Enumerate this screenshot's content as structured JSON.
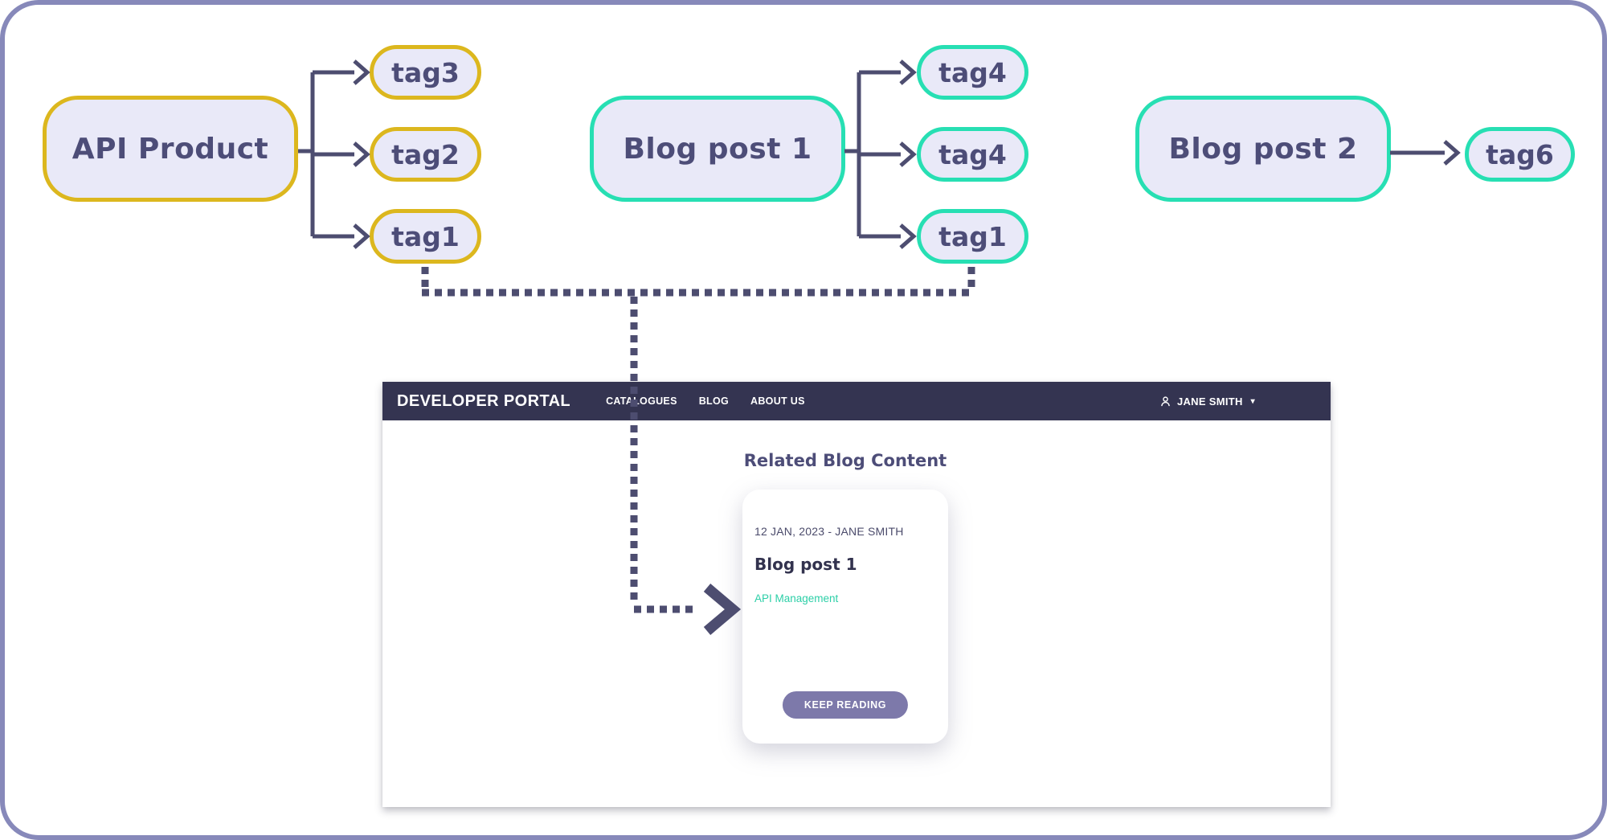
{
  "colors": {
    "frame": "#8789ba",
    "gold": "#dcb71e",
    "teal": "#27dfb3",
    "lavender": "#e9e9f8",
    "ink": "#4d4d78",
    "line": "#4d4d70",
    "navbar": "#343451",
    "button": "#7d79aa",
    "taglink": "#2ccfa7"
  },
  "diagram": {
    "api_product": {
      "label": "API Product",
      "tags": [
        "tag3",
        "tag2",
        "tag1"
      ]
    },
    "blog_post_1": {
      "label": "Blog post 1",
      "tags": [
        "tag4",
        "tag4",
        "tag1"
      ]
    },
    "blog_post_2": {
      "label": "Blog post 2",
      "tags": [
        "tag6"
      ]
    }
  },
  "portal": {
    "brand": "DEVELOPER PORTAL",
    "nav_links": [
      "CATALOGUES",
      "BLOG",
      "ABOUT US"
    ],
    "user": {
      "name": "JANE SMITH"
    },
    "section_title": "Related Blog Content",
    "card": {
      "meta": "12 JAN, 2023 - JANE SMITH",
      "title": "Blog post 1",
      "tag": "API Management",
      "button": "KEEP READING"
    }
  }
}
